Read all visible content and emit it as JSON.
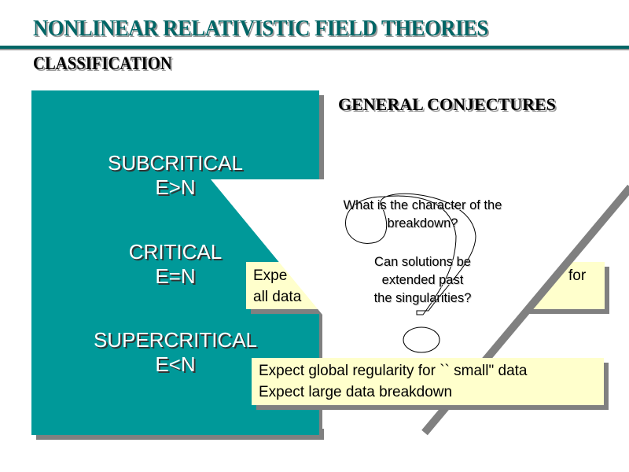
{
  "header": {
    "title": "NONLINEAR RELATIVISTIC FIELD THEORIES",
    "subtitle": "CLASSIFICATION"
  },
  "classes": [
    {
      "name": "SUBCRITICAL",
      "relation": "E>N"
    },
    {
      "name": "CRITICAL",
      "relation": "E=N"
    },
    {
      "name": "SUPERCRITICAL",
      "relation": "E<N"
    }
  ],
  "conjectures": {
    "heading": "GENERAL CONJECTURES",
    "critical_fragments": {
      "left_line1": "Expe",
      "left_line2": "all data",
      "right_line1": "for"
    },
    "supercritical": {
      "line1": "Expect global  regularity for `` small\" data",
      "line2": "Expect large data breakdown"
    }
  },
  "questions": {
    "q1_line1": "What is the character of the",
    "q1_line2": "breakdown?",
    "q2_line1": "Can solutions be",
    "q2_line2": "extended past",
    "q2_line3": "the singularities?"
  },
  "colors": {
    "teal": "#009999",
    "title": "#006666",
    "note": "#ffffcc",
    "shadow": "#808080"
  }
}
